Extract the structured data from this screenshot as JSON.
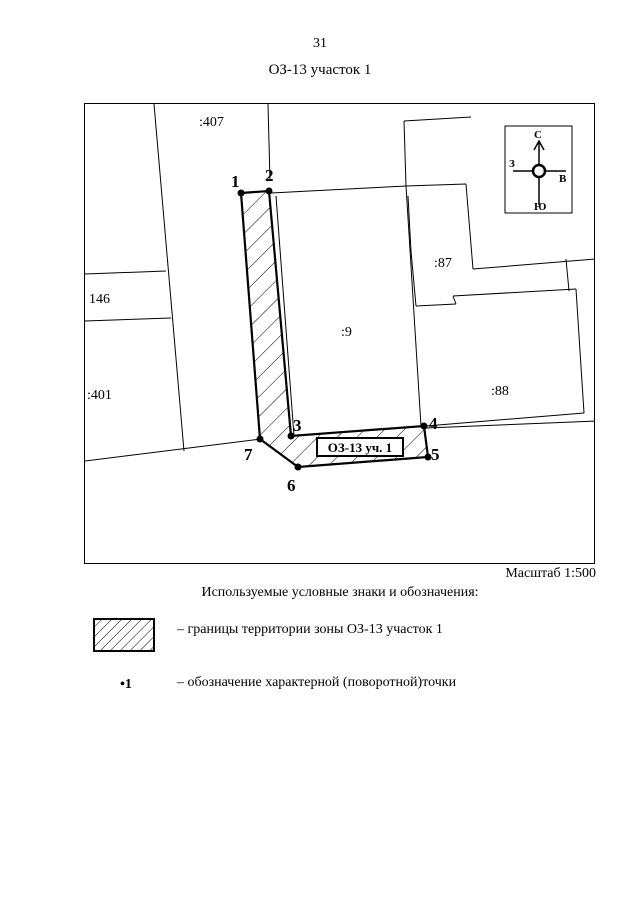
{
  "page": {
    "number": "31",
    "title": "ОЗ-13 участок 1"
  },
  "map": {
    "parcels": [
      {
        "id": "407",
        "label": ":407"
      },
      {
        "id": "146",
        "label": "146"
      },
      {
        "id": "401",
        "label": ":401"
      },
      {
        "id": "9",
        "label": ":9"
      },
      {
        "id": "87",
        "label": ":87"
      },
      {
        "id": "88",
        "label": ":88"
      }
    ],
    "zone_label": "ОЗ-13 уч. 1",
    "points": [
      "1",
      "2",
      "3",
      "4",
      "5",
      "6",
      "7"
    ],
    "compass": {
      "north": "С",
      "south": "Ю",
      "west": "З",
      "east": "В"
    }
  },
  "scale": "Масштаб 1:500",
  "legend": {
    "heading": "Используемые условные знаки и обозначения:",
    "hatch_text": "– границы территории зоны ОЗ-13 участок 1",
    "point_sample": "•1",
    "point_text": "– обозначение характерной (поворотной)точки"
  }
}
